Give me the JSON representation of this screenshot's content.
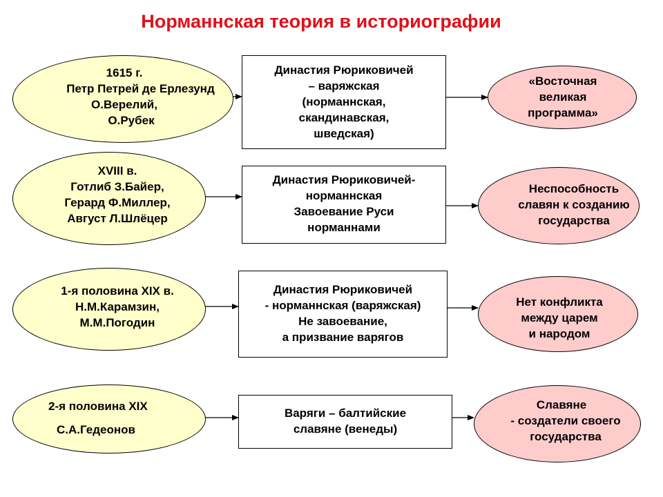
{
  "title": "Норманнская теория в историографии",
  "rows": [
    {
      "authors": [
        "1615 г.",
        "Петр Петрей де Ерлезунд",
        "О.Верелий,",
        "О.Рубек"
      ],
      "thesis": [
        "Династия Рюриковичей",
        "– варяжская",
        "(норманнская,",
        "скандинавская,",
        "шведская)"
      ],
      "conclusion": [
        "«Восточная",
        "великая",
        "программа»"
      ]
    },
    {
      "authors": [
        "XVIII в.",
        "Готлиб З.Байер,",
        "Герард Ф.Миллер,",
        "Август Л.Шлёцер"
      ],
      "thesis": [
        "Династия Рюриковичей-",
        "норманнская",
        "Завоевание Руси",
        "норманнами"
      ],
      "conclusion": [
        "Неспособность",
        "славян к созданию",
        "государства"
      ]
    },
    {
      "authors": [
        "1-я половина XIX в.",
        "Н.М.Карамзин,",
        "М.М.Погодин"
      ],
      "thesis": [
        "Династия Рюриковичей",
        "- норманнская (варяжская)",
        "Не завоевание,",
        "а призвание варягов"
      ],
      "conclusion": [
        "Нет конфликта",
        "между царем",
        "и народом"
      ]
    },
    {
      "authors": [
        "2-я половина XIX",
        "С.А.Гедеонов"
      ],
      "thesis": [
        "Варяги – балтийские",
        "славяне (венеды)"
      ],
      "conclusion": [
        "Славяне",
        "- создатели своего",
        "государства"
      ]
    }
  ]
}
